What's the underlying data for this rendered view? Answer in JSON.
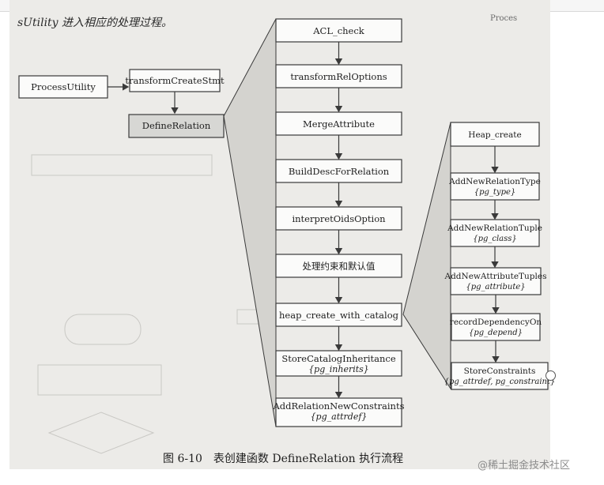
{
  "header": {
    "text": "sUtility 进入相应的处理过程。",
    "right_fragment": "Proces"
  },
  "caption": "图 6-10　表创建函数 DefineRelation 执行流程",
  "watermark": "@稀土掘金技术社区",
  "diagram": {
    "root": "ProcessUtility",
    "transform": "transformCreateStmt",
    "define": "DefineRelation",
    "steps": [
      {
        "label": "ACL_check"
      },
      {
        "label": "transformRelOptions"
      },
      {
        "label": "MergeAttribute"
      },
      {
        "label": "BuildDescForRelation"
      },
      {
        "label": "interpretOidsOption"
      },
      {
        "label": "处理约束和默认值"
      },
      {
        "label": "heap_create_with_catalog"
      },
      {
        "label": "StoreCatalogInheritance",
        "sub": "{pg_inherits}"
      },
      {
        "label": "AddRelationNewConstraints",
        "sub": "{pg_attrdef}"
      }
    ],
    "heap_steps": [
      {
        "label": "Heap_create"
      },
      {
        "label": "AddNewRelationType",
        "sub": "{pg_type}"
      },
      {
        "label": "AddNewRelationTuple",
        "sub": "{pg_class}"
      },
      {
        "label": "AddNewAttributeTuples",
        "sub": "{pg_attribute}"
      },
      {
        "label": "recordDependencyOn",
        "sub": "{pg_depend}"
      },
      {
        "label": "StoreConstraints",
        "sub": "{pg_attrdef, pg_constraint}"
      }
    ]
  }
}
